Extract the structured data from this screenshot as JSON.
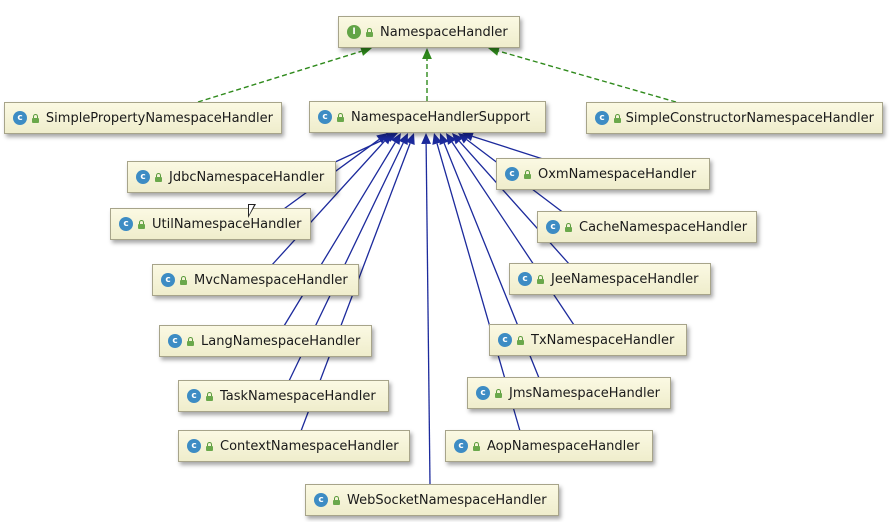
{
  "diagram": {
    "nodes": [
      {
        "id": "namespacehandler",
        "kind": "interface",
        "badge": "I",
        "label": "NamespaceHandler"
      },
      {
        "id": "simplepropertynamespacehandler",
        "kind": "class",
        "badge": "c",
        "label": "SimplePropertyNamespaceHandler"
      },
      {
        "id": "namespacehandlersupport",
        "kind": "class",
        "badge": "c",
        "label": "NamespaceHandlerSupport"
      },
      {
        "id": "simpleconstructornamespacehandler",
        "kind": "class",
        "badge": "c",
        "label": "SimpleConstructorNamespaceHandler"
      },
      {
        "id": "jdbcnamespacehandler",
        "kind": "class",
        "badge": "c",
        "label": "JdbcNamespaceHandler"
      },
      {
        "id": "oxmnamespacehandler",
        "kind": "class",
        "badge": "c",
        "label": "OxmNamespaceHandler"
      },
      {
        "id": "utilnamespacehandler",
        "kind": "class",
        "badge": "c",
        "label": "UtilNamespaceHandler"
      },
      {
        "id": "cachenamespacehandler",
        "kind": "class",
        "badge": "c",
        "label": "CacheNamespaceHandler"
      },
      {
        "id": "mvcnamespacehandler",
        "kind": "class",
        "badge": "c",
        "label": "MvcNamespaceHandler"
      },
      {
        "id": "jeenamespacehandler",
        "kind": "class",
        "badge": "c",
        "label": "JeeNamespaceHandler"
      },
      {
        "id": "langnamespacehandler",
        "kind": "class",
        "badge": "c",
        "label": "LangNamespaceHandler"
      },
      {
        "id": "txnamespacehandler",
        "kind": "class",
        "badge": "c",
        "label": "TxNamespaceHandler"
      },
      {
        "id": "tasknamespacehandler",
        "kind": "class",
        "badge": "c",
        "label": "TaskNamespaceHandler"
      },
      {
        "id": "jmsnamespacehandler",
        "kind": "class",
        "badge": "c",
        "label": "JmsNamespaceHandler"
      },
      {
        "id": "contextnamespacehandler",
        "kind": "class",
        "badge": "c",
        "label": "ContextNamespaceHandler"
      },
      {
        "id": "aopnamespacehandler",
        "kind": "class",
        "badge": "c",
        "label": "AopNamespaceHandler"
      },
      {
        "id": "websocketnamespacehandler",
        "kind": "class",
        "badge": "c",
        "label": "WebSocketNamespaceHandler"
      }
    ],
    "edges": [
      {
        "from": "simplepropertynamespacehandler",
        "to": "namespacehandler",
        "type": "implements"
      },
      {
        "from": "namespacehandlersupport",
        "to": "namespacehandler",
        "type": "implements"
      },
      {
        "from": "simpleconstructornamespacehandler",
        "to": "namespacehandler",
        "type": "implements"
      },
      {
        "from": "jdbcnamespacehandler",
        "to": "namespacehandlersupport",
        "type": "extends"
      },
      {
        "from": "oxmnamespacehandler",
        "to": "namespacehandlersupport",
        "type": "extends"
      },
      {
        "from": "utilnamespacehandler",
        "to": "namespacehandlersupport",
        "type": "extends"
      },
      {
        "from": "cachenamespacehandler",
        "to": "namespacehandlersupport",
        "type": "extends"
      },
      {
        "from": "mvcnamespacehandler",
        "to": "namespacehandlersupport",
        "type": "extends"
      },
      {
        "from": "jeenamespacehandler",
        "to": "namespacehandlersupport",
        "type": "extends"
      },
      {
        "from": "langnamespacehandler",
        "to": "namespacehandlersupport",
        "type": "extends"
      },
      {
        "from": "txnamespacehandler",
        "to": "namespacehandlersupport",
        "type": "extends"
      },
      {
        "from": "tasknamespacehandler",
        "to": "namespacehandlersupport",
        "type": "extends"
      },
      {
        "from": "jmsnamespacehandler",
        "to": "namespacehandlersupport",
        "type": "extends"
      },
      {
        "from": "contextnamespacehandler",
        "to": "namespacehandlersupport",
        "type": "extends"
      },
      {
        "from": "aopnamespacehandler",
        "to": "namespacehandlersupport",
        "type": "extends"
      },
      {
        "from": "websocketnamespacehandler",
        "to": "namespacehandlersupport",
        "type": "extends"
      }
    ]
  },
  "colors": {
    "implements_line": "#2f8a1c",
    "extends_line": "#1c2a9c",
    "node_border": "#a7a48a",
    "class_badge": "#3d8cc4",
    "interface_badge": "#62a447"
  }
}
